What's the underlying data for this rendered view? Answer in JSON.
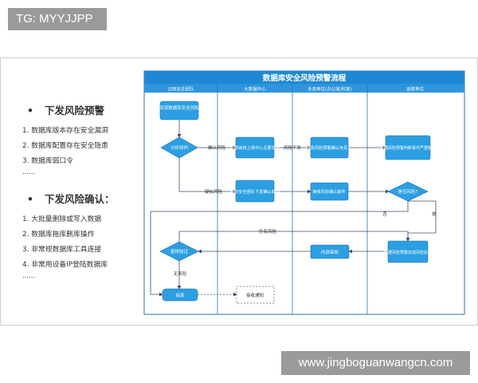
{
  "watermark_top": "TG: MYYJJPP",
  "watermark_bottom": "www.jingboguanwangcn.com",
  "left": {
    "section1_title": "下发风险预警",
    "section1_items": [
      "1. 数据库版本存在安全漏洞",
      "2. 数据库配置存在安全隐患",
      "3. 数据库弱口令"
    ],
    "section1_more": "......",
    "section2_title": "下发风险确认：",
    "section2_items": [
      "1. 大批量删除或写入数据",
      "2. 数据库拖库删库操作",
      "3. 非常规数据库工具连接",
      "4. 非常用设备IP登陆数据库"
    ],
    "section2_more": "......"
  },
  "flow": {
    "title": "数据库安全风险预警流程",
    "lanes": [
      "云网安全团队",
      "大数据中心",
      "业务单位(办公室/科室)",
      "运维单位"
    ],
    "nodes": {
      "discover": "发现数据库安全风险",
      "analyze": "分析研判",
      "report": "内部审核上报中心主要领导",
      "receive_warning": "接收风险预警确认负责人",
      "assess": "根据风险预警判断事件严重程度",
      "authorize": "授权安全团队下发确认邮件",
      "receive_confirm": "接收风险确认邮件",
      "is_risk": "是否风险?",
      "complete": "根据风险预警完成风险处置",
      "internal_review": "内部审核",
      "verify": "复核验证",
      "end": "结束",
      "notice": "接收通知"
    },
    "edges": {
      "confirm_risk": "确认风险",
      "risk_issue": "风险下发",
      "suspected_risk": "疑似风险",
      "no": "否",
      "yes": "是",
      "still_risk": "仍有风险",
      "no_risk": "无风险"
    }
  },
  "colors": {
    "title_bar": "#1f88d4",
    "lane_header": "#2e95dd",
    "node_fill": "#2c9fe2",
    "line": "#3c4d6a",
    "watermark": "#9a9a9a"
  }
}
